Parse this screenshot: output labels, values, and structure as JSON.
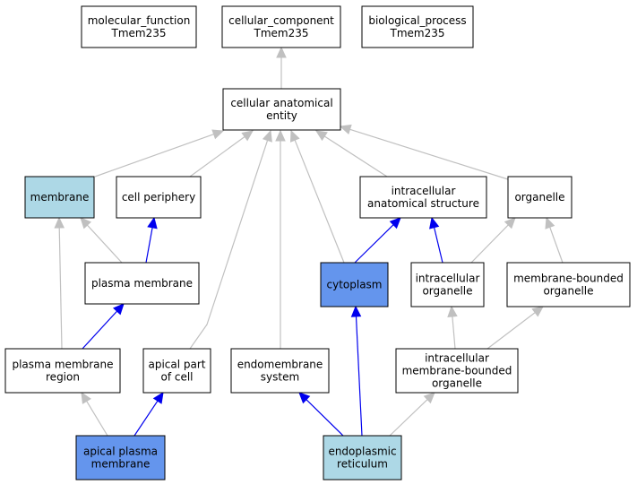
{
  "colors": {
    "edge_gray": "#c0c0c0",
    "edge_blue": "#0000ee",
    "fill_white": "#ffffff",
    "fill_lightblue": "#add8e6",
    "fill_blue": "#6495ed",
    "stroke": "#000000"
  },
  "nodes": [
    {
      "id": "molecular_function",
      "lines": [
        "molecular_function",
        "Tmem235"
      ],
      "fill": "#ffffff"
    },
    {
      "id": "cellular_component",
      "lines": [
        "cellular_component",
        "Tmem235"
      ],
      "fill": "#ffffff"
    },
    {
      "id": "biological_process",
      "lines": [
        "biological_process",
        "Tmem235"
      ],
      "fill": "#ffffff"
    },
    {
      "id": "cellular_anatomical_entity",
      "lines": [
        "cellular anatomical",
        "entity"
      ],
      "fill": "#ffffff"
    },
    {
      "id": "membrane",
      "lines": [
        "membrane"
      ],
      "fill": "#add8e6"
    },
    {
      "id": "cell_periphery",
      "lines": [
        "cell periphery"
      ],
      "fill": "#ffffff"
    },
    {
      "id": "intracellular_anatomical_structure",
      "lines": [
        "intracellular",
        "anatomical structure"
      ],
      "fill": "#ffffff"
    },
    {
      "id": "organelle",
      "lines": [
        "organelle"
      ],
      "fill": "#ffffff"
    },
    {
      "id": "plasma_membrane",
      "lines": [
        "plasma membrane"
      ],
      "fill": "#ffffff"
    },
    {
      "id": "cytoplasm",
      "lines": [
        "cytoplasm"
      ],
      "fill": "#6495ed"
    },
    {
      "id": "intracellular_organelle",
      "lines": [
        "intracellular",
        "organelle"
      ],
      "fill": "#ffffff"
    },
    {
      "id": "membrane_bounded_organelle",
      "lines": [
        "membrane-bounded",
        "organelle"
      ],
      "fill": "#ffffff"
    },
    {
      "id": "plasma_membrane_region",
      "lines": [
        "plasma membrane",
        "region"
      ],
      "fill": "#ffffff"
    },
    {
      "id": "apical_part_of_cell",
      "lines": [
        "apical part",
        "of cell"
      ],
      "fill": "#ffffff"
    },
    {
      "id": "endomembrane_system",
      "lines": [
        "endomembrane",
        "system"
      ],
      "fill": "#ffffff"
    },
    {
      "id": "intracellular_membrane_bounded_organelle",
      "lines": [
        "intracellular",
        "membrane-bounded",
        "organelle"
      ],
      "fill": "#ffffff"
    },
    {
      "id": "apical_plasma_membrane",
      "lines": [
        "apical plasma",
        "membrane"
      ],
      "fill": "#6495ed"
    },
    {
      "id": "endoplasmic_reticulum",
      "lines": [
        "endoplasmic",
        "reticulum"
      ],
      "fill": "#add8e6"
    }
  ],
  "edges": [
    {
      "from": "cellular_anatomical_entity",
      "to": "cellular_component",
      "color": "gray"
    },
    {
      "from": "membrane",
      "to": "cellular_anatomical_entity",
      "color": "gray"
    },
    {
      "from": "cell_periphery",
      "to": "cellular_anatomical_entity",
      "color": "gray"
    },
    {
      "from": "apical_part_of_cell",
      "to": "cellular_anatomical_entity",
      "color": "gray"
    },
    {
      "from": "endomembrane_system",
      "to": "cellular_anatomical_entity",
      "color": "gray"
    },
    {
      "from": "cytoplasm",
      "to": "cellular_anatomical_entity",
      "color": "gray"
    },
    {
      "from": "intracellular_anatomical_structure",
      "to": "cellular_anatomical_entity",
      "color": "gray"
    },
    {
      "from": "organelle",
      "to": "cellular_anatomical_entity",
      "color": "gray"
    },
    {
      "from": "plasma_membrane",
      "to": "membrane",
      "color": "gray"
    },
    {
      "from": "plasma_membrane",
      "to": "cell_periphery",
      "color": "blue"
    },
    {
      "from": "plasma_membrane_region",
      "to": "membrane",
      "color": "gray"
    },
    {
      "from": "plasma_membrane_region",
      "to": "plasma_membrane",
      "color": "blue"
    },
    {
      "from": "cytoplasm",
      "to": "intracellular_anatomical_structure",
      "color": "blue"
    },
    {
      "from": "intracellular_organelle",
      "to": "intracellular_anatomical_structure",
      "color": "blue"
    },
    {
      "from": "intracellular_organelle",
      "to": "organelle",
      "color": "gray"
    },
    {
      "from": "membrane_bounded_organelle",
      "to": "organelle",
      "color": "gray"
    },
    {
      "from": "intracellular_membrane_bounded_organelle",
      "to": "intracellular_organelle",
      "color": "gray"
    },
    {
      "from": "intracellular_membrane_bounded_organelle",
      "to": "membrane_bounded_organelle",
      "color": "gray"
    },
    {
      "from": "apical_plasma_membrane",
      "to": "plasma_membrane_region",
      "color": "gray"
    },
    {
      "from": "apical_plasma_membrane",
      "to": "apical_part_of_cell",
      "color": "blue"
    },
    {
      "from": "endoplasmic_reticulum",
      "to": "endomembrane_system",
      "color": "blue"
    },
    {
      "from": "endoplasmic_reticulum",
      "to": "cytoplasm",
      "color": "blue"
    },
    {
      "from": "endoplasmic_reticulum",
      "to": "intracellular_membrane_bounded_organelle",
      "color": "gray"
    }
  ]
}
